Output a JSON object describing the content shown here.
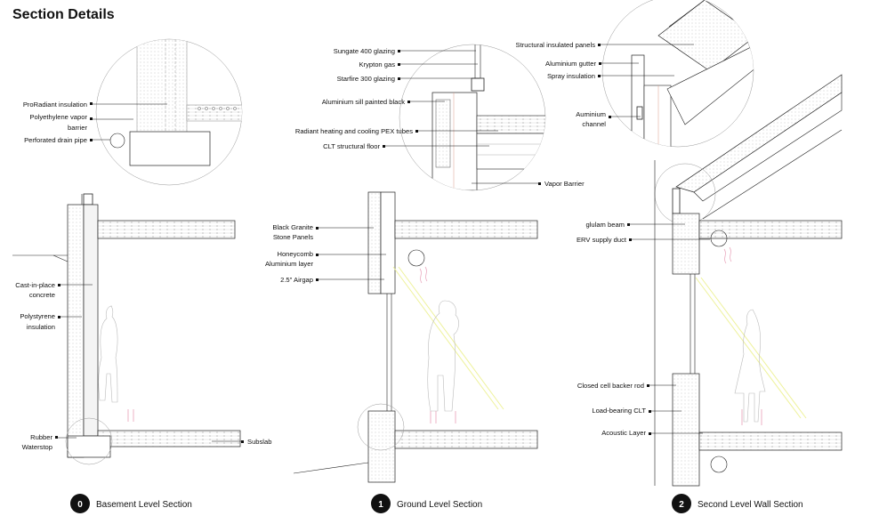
{
  "title": "Section Details",
  "sections": [
    {
      "number": "0",
      "label": "Basement Level Section"
    },
    {
      "number": "1",
      "label": "Ground Level Section"
    },
    {
      "number": "2",
      "label": "Second Level Wall Section"
    }
  ],
  "labels": {
    "proradiant": "ProRadiant insulation",
    "poly_vapor_1": "Polyethylene vapor",
    "poly_vapor_2": "barrier",
    "drain_pipe": "Perforated drain pipe",
    "cast_concrete_1": "Cast-in-place",
    "cast_concrete_2": "concrete",
    "polystyrene_1": "Polystyrene",
    "polystyrene_2": "insulation",
    "rubber_1": "Rubber",
    "rubber_2": "Waterstop",
    "subslab": "Subslab",
    "sungate": "Sungate 400 glazing",
    "krypton": "Krypton gas",
    "starfire": "Starfire 300 glazing",
    "sill": "Aluminium sill painted black",
    "radiant_pex": "Radiant heating and cooling PEX tubes",
    "clt_floor": "CLT structural floor",
    "vapor_barrier": "Vapor Barrier",
    "granite_1": "Black Granite",
    "granite_2": "Stone Panels",
    "honeycomb_1": "Honeycomb",
    "honeycomb_2": "Aluminium layer",
    "airgap": "2.5\" Airgap",
    "sip": "Structural insulated panels",
    "gutter": "Aluminium gutter",
    "spray": "Spray insulation",
    "alu_channel_1": "Auminium",
    "alu_channel_2": "channel",
    "glulam": "glulam beam",
    "erv": "ERV supply duct",
    "backer_rod": "Closed cell backer rod",
    "load_clt": "Load-bearing CLT",
    "acoustic": "Acoustic Layer"
  }
}
